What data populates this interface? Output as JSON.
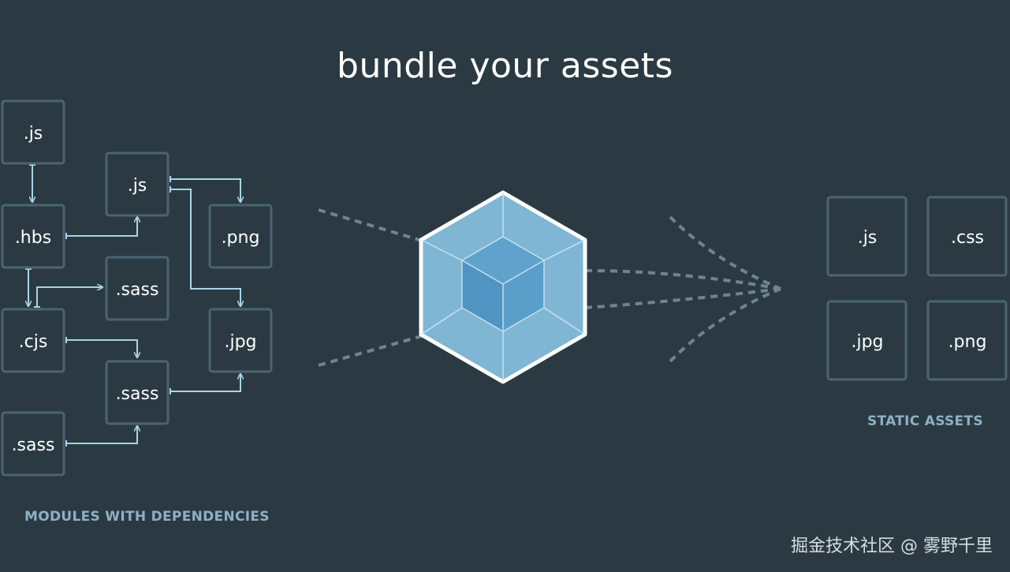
{
  "title": "bundle your assets",
  "modules": {
    "caption": "MODULES WITH DEPENDENCIES",
    "boxes": [
      ".js",
      ".js",
      ".hbs",
      ".png",
      ".sass",
      ".cjs",
      ".jpg",
      ".sass",
      ".sass"
    ]
  },
  "static_assets": {
    "caption": "STATIC ASSETS",
    "boxes": [
      ".js",
      ".css",
      ".jpg",
      ".png"
    ]
  },
  "watermark": "掘金技术社区 @ 雾野千里",
  "colors": {
    "background": "#2b3a42",
    "box_border": "#4b6472",
    "arrow": "#a9d4e6",
    "dashes": "#6d8592",
    "cube_outer": "#7fb6d4",
    "cube_inner": "#5499c6",
    "caption": "#8eb0c4"
  }
}
